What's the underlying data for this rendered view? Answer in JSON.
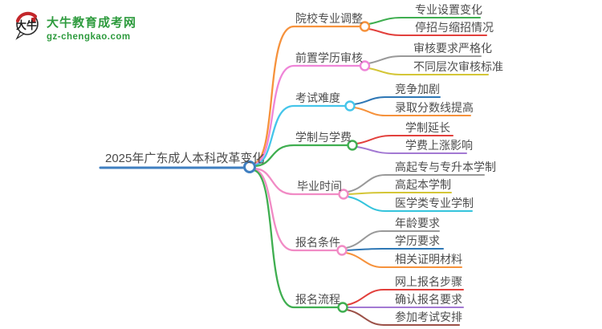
{
  "logo": {
    "icon_text": "大牛",
    "site_name": "大牛教育成考网",
    "site_domain": "gz-chengkao.com",
    "brand_green": "#2e9b3e",
    "icon_red": "#c3272b",
    "icon_outline": "#2b2b2b"
  },
  "mindmap": {
    "center": {
      "label": "2025年广东成人本科改革变化",
      "color": "#3f7fc1"
    },
    "branches": [
      {
        "label": "院校专业调整",
        "color": "#f6923c",
        "children": [
          {
            "label": "专业设置变化",
            "color": "#3fae50"
          },
          {
            "label": "停招与缩招情况",
            "color": "#e2403c"
          }
        ]
      },
      {
        "label": "前置学历审核",
        "color": "#ef85d8",
        "children": [
          {
            "label": "审核要求严格化",
            "color": "#999999"
          },
          {
            "label": "不同层次审核标准",
            "color": "#d4c637"
          }
        ]
      },
      {
        "label": "考试难度",
        "color": "#45c5ea",
        "children": [
          {
            "label": "竞争加剧",
            "color": "#2e77b5"
          },
          {
            "label": "录取分数线提高",
            "color": "#f6923c"
          }
        ]
      },
      {
        "label": "学制与学费",
        "color": "#3fae50",
        "children": [
          {
            "label": "学制延长",
            "color": "#e2403c"
          },
          {
            "label": "学费上涨影响",
            "color": "#a379d3"
          }
        ]
      },
      {
        "label": "毕业时间",
        "color": "#f18bc5",
        "children": [
          {
            "label": "高起专与专升本学制",
            "color": "#999999"
          },
          {
            "label": "高起本学制",
            "color": "#d4c637"
          },
          {
            "label": "医学类专业学制",
            "color": "#35c4dc"
          }
        ]
      },
      {
        "label": "报名条件",
        "color": "#f18bc5",
        "children": [
          {
            "label": "年龄要求",
            "color": "#999999"
          },
          {
            "label": "学历要求",
            "color": "#2e77b5"
          },
          {
            "label": "相关证明材料",
            "color": "#f6923c"
          }
        ]
      },
      {
        "label": "报名流程",
        "color": "#3fae50",
        "children": [
          {
            "label": "网上报名步骤",
            "color": "#e2403c"
          },
          {
            "label": "确认报名要求",
            "color": "#a379d3"
          },
          {
            "label": "参加考试安排",
            "color": "#9c5148"
          }
        ]
      }
    ]
  }
}
